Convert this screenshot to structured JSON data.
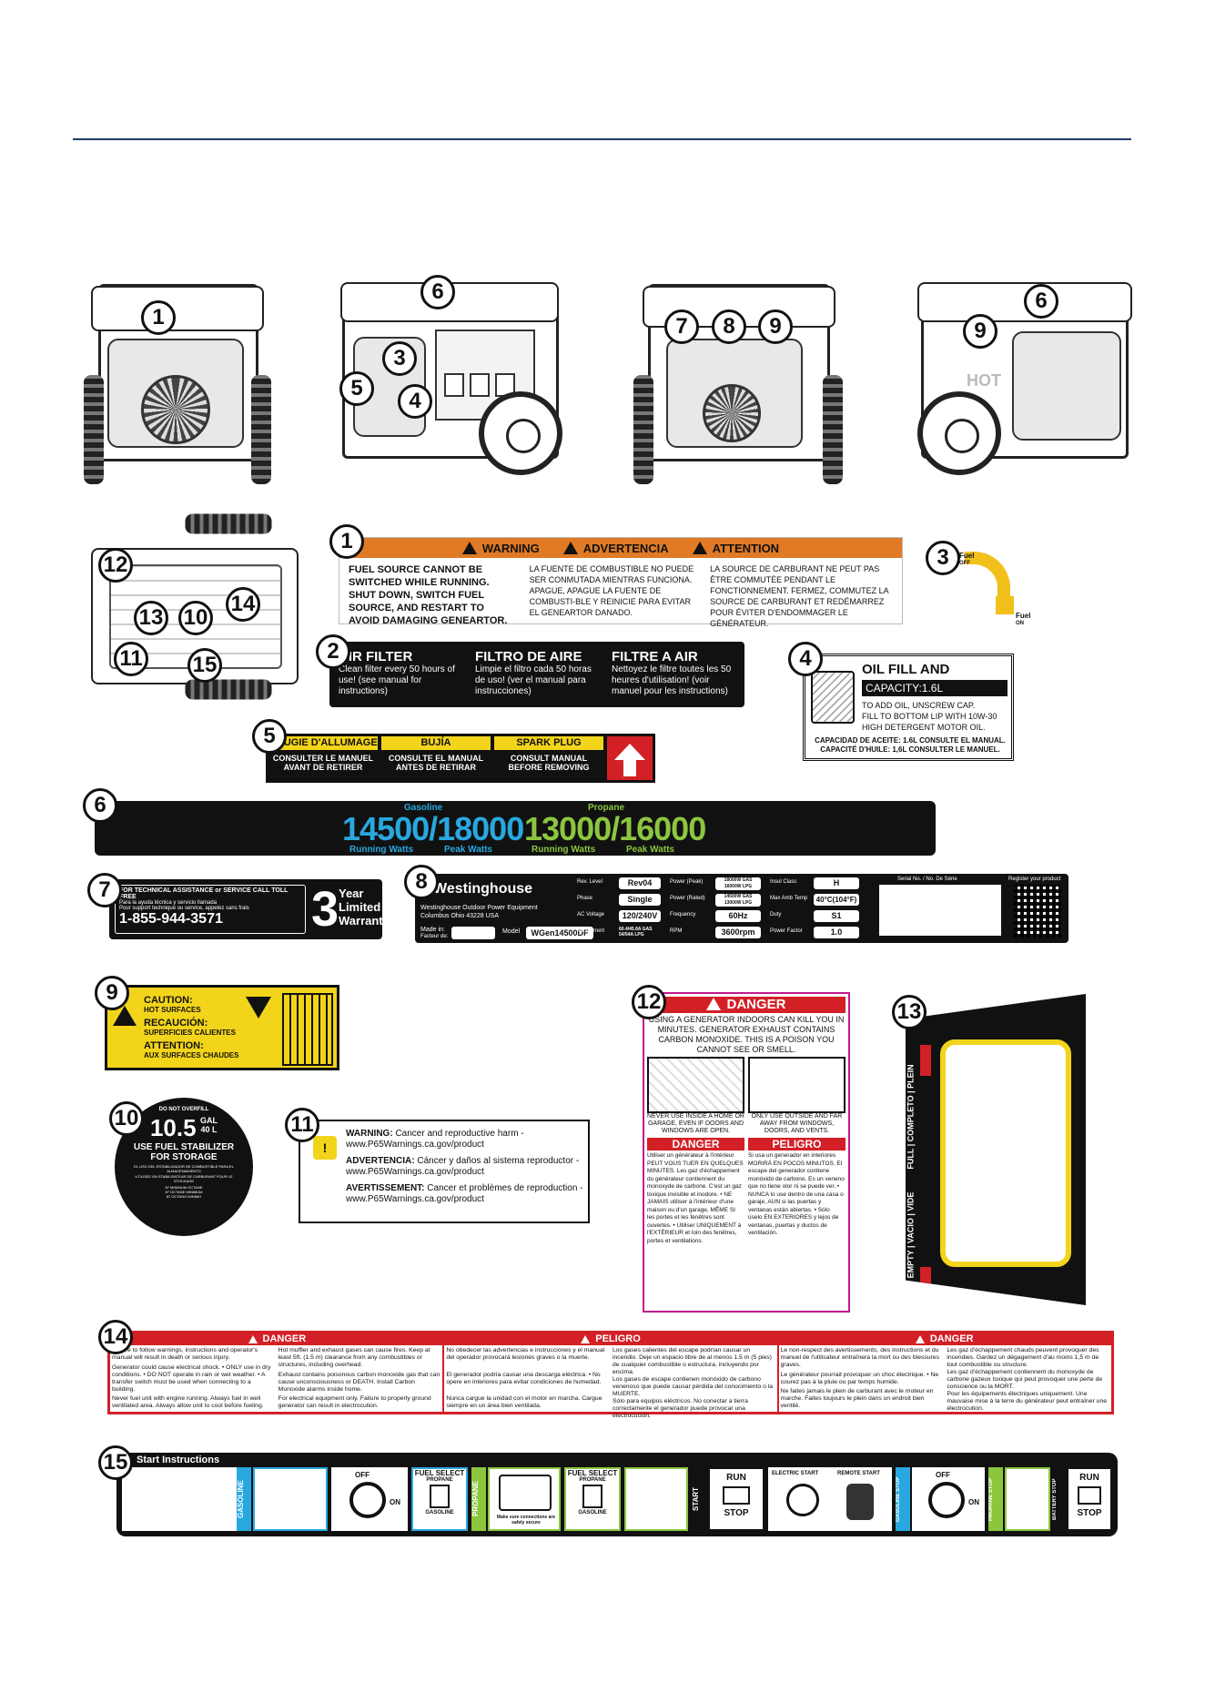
{
  "callouts": [
    "1",
    "6",
    "3",
    "5",
    "4",
    "7",
    "8",
    "9",
    "6",
    "9",
    "12",
    "13",
    "10",
    "14",
    "11",
    "15",
    "1",
    "2",
    "3",
    "4",
    "5",
    "6",
    "7",
    "8",
    "9",
    "10",
    "11",
    "12",
    "13",
    "14",
    "15"
  ],
  "labels": {
    "l1": {
      "header": [
        "WARNING",
        "ADVERTENCIA",
        "ATTENTION"
      ],
      "en": "FUEL SOURCE CANNOT BE SWITCHED WHILE RUNNING. SHUT DOWN, SWITCH FUEL SOURCE, AND RESTART TO AVOID DAMAGING GENEARTOR.",
      "es": "LA FUENTE DE COMBUSTIBLE NO PUEDE SER CONMUTADA MIENTRAS FUNCIONA. APAGUE, APAGUE LA FUENTE DE COMBUSTI-BLE Y REINICIE PARA EVITAR EL GENEARTOR DANADO.",
      "fr": "LA SOURCE DE CARBURANT NE PEUT PAS ÊTRE COMMUTÉE PENDANT LE FONCTIONNEMENT. FERMEZ, COMMUTEZ LA SOURCE DE CARBURANT ET REDÉMARREZ POUR ÉVITER D'ENDOMMAGER LE GÉNÉRATEUR."
    },
    "l2": {
      "cols": [
        {
          "title": "AIR FILTER",
          "text": "Clean filter every 50 hours of use! (see manual for instructions)"
        },
        {
          "title": "FILTRO DE AIRE",
          "text": "Limpie el filtro cada 50 horas de uso! (ver el manual para instrucciones)"
        },
        {
          "title": "FILTRE A AIR",
          "text": "Nettoyez le filtre toutes les 50 heures d'utilisation! (voir manuel pour les instructions)"
        }
      ]
    },
    "l3": {
      "fuel_off": "Fuel",
      "off": "OFF",
      "fuel_on": "Fuel",
      "on": "ON"
    },
    "l4": {
      "title": "OIL FILL AND DIPSTICK",
      "capacity": "CAPACITY:1.6L",
      "line1": "TO ADD OIL, UNSCREW CAP.",
      "line2": "FILL TO BOTTOM LIP WITH 10W-30",
      "line3": "HIGH DETERGENT MOTOR OIL.",
      "es": "CAPACIDAD DE ACEITE: 1.6L CONSULTE EL MANUAL.",
      "fr": "CAPACITÉ D'HUILE: 1,6L CONSULTER LE MANUEL."
    },
    "l5": {
      "cols": [
        {
          "title": "BOUGIE D'ALLUMAGE",
          "text1": "CONSULTER LE MANUEL",
          "text2": "AVANT DE RETIRER"
        },
        {
          "title": "BUJÍA",
          "text1": "CONSULTE EL MANUAL",
          "text2": "ANTES DE RETIRAR"
        },
        {
          "title": "SPARK PLUG",
          "text1": "CONSULT MANUAL",
          "text2": "BEFORE REMOVING"
        }
      ]
    },
    "l6": {
      "gas_label": "Gasoline",
      "gas_value": "14500/18000",
      "gas_run": "Running Watts",
      "gas_peak": "Peak Watts",
      "pro_label": "Propane",
      "pro_value": "13000/16000",
      "pro_run": "Running Watts",
      "pro_peak": "Peak Watts",
      "gas_color": "#29a8e0",
      "pro_color": "#8cc63f"
    },
    "l7": {
      "line1": "FOR TECHNICAL ASSISTANCE or SERVICE CALL TOLL FREE",
      "line2": "Para la ayuda técnica y servicio llamada",
      "line3": "Pour support technique ou service, appelez sans frais",
      "phone": "1-855-944-3571",
      "big": "3",
      "w1": "Year",
      "w2": "Limited",
      "w3": "Warranty"
    },
    "l8": {
      "brand": "Westinghouse",
      "company": "Westinghouse Outdoor Power Equipment",
      "address": "Columbus Ohio 43228 USA",
      "made_in": "Made in:",
      "made_fr": "Facteur de:",
      "model_lbl": "Model",
      "model": "WGen14500DF",
      "rev_lbl": "Rev. Level",
      "rev": "Rev04",
      "phase_lbl": "Phase",
      "phase": "Single",
      "acv_lbl": "AC Voltage",
      "acv": "120/240V",
      "acc_lbl": "AC Current",
      "acc": "60.4/45.8A GAS 54/54A LPG",
      "pp_lbl": "Power (Peak)",
      "pp": "18000W GAS 16000W LPG",
      "pr_lbl": "Power (Rated)",
      "pr": "14500W GAS 13000W LPG",
      "freq_lbl": "Frequency",
      "freq": "60Hz",
      "rpm_lbl": "RPM",
      "rpm": "3600rpm",
      "ins_lbl": "Insul Class",
      "ins": "H",
      "amb_lbl": "Max Amb Temp",
      "amb": "40°C(104°F)",
      "duty_lbl": "Duty",
      "duty": "S1",
      "pf_lbl": "Power Factor",
      "pf": "1.0",
      "serial_lbl": "Serial No. / No. De Série",
      "register": "Register your product"
    },
    "l9": {
      "l1": "CAUTION:",
      "l1b": "HOT SURFACES",
      "l2": "RECAUCIÓN:",
      "l2b": "SUPERFICIES CALIENTES",
      "l3": "ATTENTION:",
      "l3b": "AUX SURFACES CHAUDES"
    },
    "l10": {
      "top": "DO NOT OVERFILL",
      "gal": "10.5",
      "gal_u": "GAL",
      "l": "40 L",
      "line1": "USE FUEL STABILIZER",
      "line2": "FOR STORAGE",
      "es": "EL USO DEL ESTABILIZADOR DE COMBUSTIBLE PARA EL ALMACENAMIENTO",
      "fr": "UTILISEZ UN STABILISATEUR DE CARBURANT POUR LE STOCKAGE",
      "oct1": "87 MINIMUM OCTANE",
      "oct2": "87 OCTANE MINIMUM",
      "oct3": "87 OCTANO MINIMO"
    },
    "l11": {
      "w1": "WARNING:",
      "t1": "Cancer and reproductive harm - www.P65Warnings.ca.gov/product",
      "w2": "ADVERTENCIA:",
      "t2": "Cáncer y daños al sistema reproductor - www.P65Warnings.ca.gov/product",
      "w3": "AVERTISSEMENT:",
      "t3": "Cancer et problèmes de reproduction - www.P65Warnings.ca.gov/product"
    },
    "l13": {
      "title": "DANGER",
      "en": "USING A GENERATOR INDOORS CAN KILL YOU IN MINUTES. GENERATOR EXHAUST CONTAINS CARBON MONOXIDE. THIS IS A POISON YOU CANNOT SEE OR SMELL.",
      "never": "NEVER USE INSIDE A HOME OR GARAGE, EVEN IF DOORS AND WINDOWS ARE OPEN.",
      "only": "ONLY USE OUTSIDE AND FAR AWAY FROM WINDOWS, DOORS, AND VENTS.",
      "fr_title": "DANGER",
      "es_title": "PELIGRO",
      "fr": "Utiliser un générateur à l'intérieur PEUT VOUS TUER EN QUELQUES MINUTES. Les gaz d'échappement du générateur contiennent du monoxyde de carbone. C'est un gaz toxique invisible et inodore. • NE JAMAIS utiliser à l'intérieur d'une maison ou d'un garage, MÊME SI les portes et les fenêtres sont ouvertes. • Utiliser UNIQUEMENT à l'EXTÉRIEUR et loin des fenêtres, portes et ventilations.",
      "es": "Si usa un generador en interiores MORIRÁ EN POCOS MINUTOS. El escape del generador contiene monóxido de carbono. Es un veneno que no tiene olor ni se puede ver. • NUNCA lo use dentro de una casa o garaje, AUN si las puertas y ventanas están abiertas. • Sólo úselo EN EXTERIORES y lejos de ventanas, puertas y ductos de ventilación."
    },
    "l14": {
      "full": "FULL | COMPLETO | PLEIN",
      "empty": "EMPTY | VACIO | VIDE"
    },
    "l12": {
      "h1": "DANGER",
      "h2": "PELIGRO",
      "h3": "DANGER",
      "a1": "Failure to follow warnings, instructions and operator's manual will result in death or serious injury.",
      "a2": "Generator could cause electrical shock. • ONLY use in dry conditions. • DO NOT operate in rain or wet weather. • A transfer switch must be used when connecting to a building.",
      "a3": "Never fuel unit with engine running. Always fuel in well ventilated area. Always allow unit to cool before fueling.",
      "b1": "Hot muffler and exhaust gases can cause fires. Keep at least 5ft. (1.5 m) clearance from any combustibles or structures, including overhead.",
      "b2": "Exhaust contains poisonous carbon monoxide gas that can cause unconsciousness or DEATH. Install Carbon Monoxide alarms inside home.",
      "b3": "For electrical equipment only. Failure to properly ground generator can result in electrocution.",
      "c1": "No obedecer las advertencias e instrucciones y el manual del operador provocará lesiones graves o la muerte.",
      "c2": "El generador podría causar una descarga eléctrica. • No opere en interiores para evitar condiciones de humedad.",
      "c3": "Nunca cargue la unidad con el motor en marcha. Cargue siempre en un área bien ventilada.",
      "d1": "Los gases calientes del escape podrían causar un incendio. Deje un espacio libre de al menos 1.5 m (5 pies) de cualquier combustible o estructura, incluyendo por encima.",
      "d2": "Los gases de escape contienen monóxido de carbono venenoso que puede causar pérdida del conocimiento o la MUERTE.",
      "d3": "Sólo para equipos eléctricos. No conectar a tierra correctamente el generador puede provocar una electrocución.",
      "e1": "Le non-respect des avertissements, des instructions et du manuel de l'utilisateur entraînera la mort ou des blessures graves.",
      "e2": "Le générateur pourrait provoquer un choc électrique. • Ne courez pas à la pluie ou par temps humide.",
      "e3": "Ne faites jamais le plein de carburant avec le moteur en marche. Faites toujours le plein dans un endroit bien ventilé.",
      "f1": "Les gaz d'échappement chauds peuvent provoquer des incendies. Gardez un dégagement d'au moins 1,5 m de tout combustible ou structure.",
      "f2": "Les gaz d'échappement contiennent du monoxyde de carbone gazeux toxique qui peut provoquer une perte de conscience ou la MORT.",
      "f3": "Pour les équipements électriques uniquement. Une mauvaise mise à la terre du générateur peut entraîner une électrocution."
    },
    "l15": {
      "title": "Start Instructions",
      "gasoline": "GASOLINE",
      "off": "OFF",
      "on": "ON",
      "fuel_select": "FUEL SELECT",
      "propane_small": "PROPANE",
      "gasoline_small": "GASOLINE",
      "propane": "PROPANE",
      "make_sure": "Make sure connections are safely secure",
      "start": "START",
      "run": "RUN",
      "stop": "STOP",
      "electric": "ELECTRIC START",
      "remote": "REMOTE START",
      "gas_stop": "GASOLINE STOP",
      "pro_stop": "PROPANE STOP",
      "bat_stop": "BATTERY STOP"
    },
    "gen_hot": "HOT"
  }
}
